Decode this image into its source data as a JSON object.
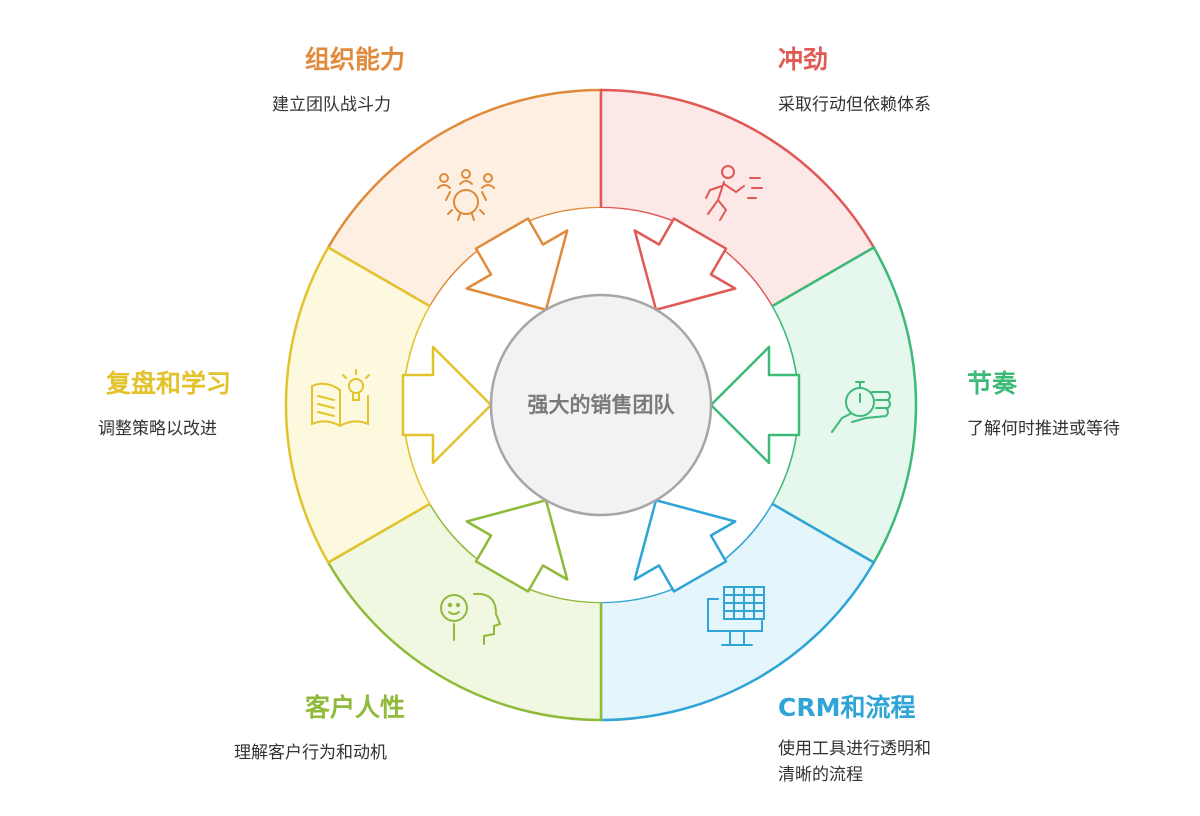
{
  "center": {
    "label": "强大的销售团队"
  },
  "segments": [
    {
      "title": "组织能力",
      "description": "建立团队战斗力",
      "color": "#e08a3c",
      "fill": "#fdf0e3",
      "icon": "team-gear-icon"
    },
    {
      "title": "冲劲",
      "description": "采取行动但依赖体系",
      "color": "#e05a55",
      "fill": "#fde8e8",
      "icon": "running-person-icon"
    },
    {
      "title": "节奏",
      "description": "了解何时推进或等待",
      "color": "#3cba78",
      "fill": "#e6f7ee",
      "icon": "hand-stopwatch-icon"
    },
    {
      "title": "CRM和流程",
      "description": "使用工具进行透明和",
      "description_line2": "清晰的流程",
      "color": "#2fa4d6",
      "fill": "#e4f5fb",
      "icon": "computer-table-icon"
    },
    {
      "title": "客户人性",
      "description": "理解客户行为和动机",
      "color": "#8fba3a",
      "fill": "#f1f8e2",
      "icon": "person-head-smile-icon"
    },
    {
      "title": "复盘和学习",
      "description": "调整策略以改进",
      "color": "#e2c32c",
      "fill": "#fdf9df",
      "icon": "book-lightbulb-icon"
    }
  ]
}
